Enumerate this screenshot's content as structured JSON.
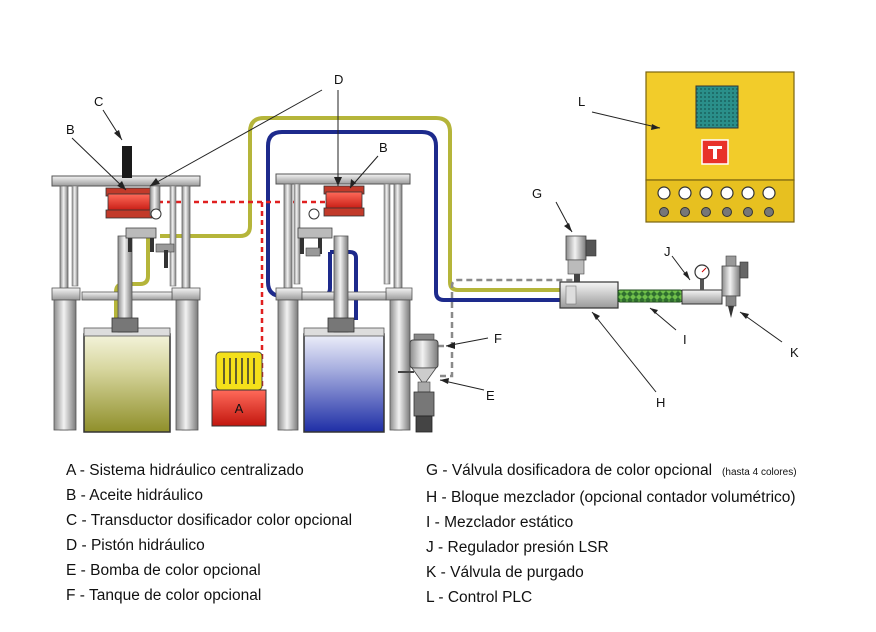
{
  "callouts": {
    "A": "A",
    "B1": "B",
    "B2": "B",
    "C": "C",
    "D": "D",
    "E": "E",
    "F": "F",
    "G": "G",
    "H": "H",
    "I": "I",
    "J": "J",
    "K": "K",
    "L": "L"
  },
  "legend": {
    "left": [
      "A - Sistema hidráulico centralizado",
      "B - Aceite hidráulico",
      "C - Transductor dosificador color opcional",
      "D - Pistón hidráulico",
      "E - Bomba de color opcional",
      "F - Tanque de color opcional"
    ],
    "right": [
      "G - Válvula dosificadora de color opcional",
      "H - Bloque mezclador (opcional contador volumétrico)",
      "I  - Mezclador estático",
      "J - Regulador presión LSR",
      "K - Válvula de purgado",
      "L - Control PLC"
    ],
    "g_note": "(hasta 4 colores)"
  },
  "colors": {
    "olive_line": "#b5b53a",
    "navy_line": "#1d2a8c",
    "red_dashed": "#e02020",
    "gray_dashed": "#8a8a8a",
    "plc_yellow": "#f2cc2a",
    "plc_screen": "#2a8f8a",
    "hydraulic_red": "#e8322a"
  }
}
